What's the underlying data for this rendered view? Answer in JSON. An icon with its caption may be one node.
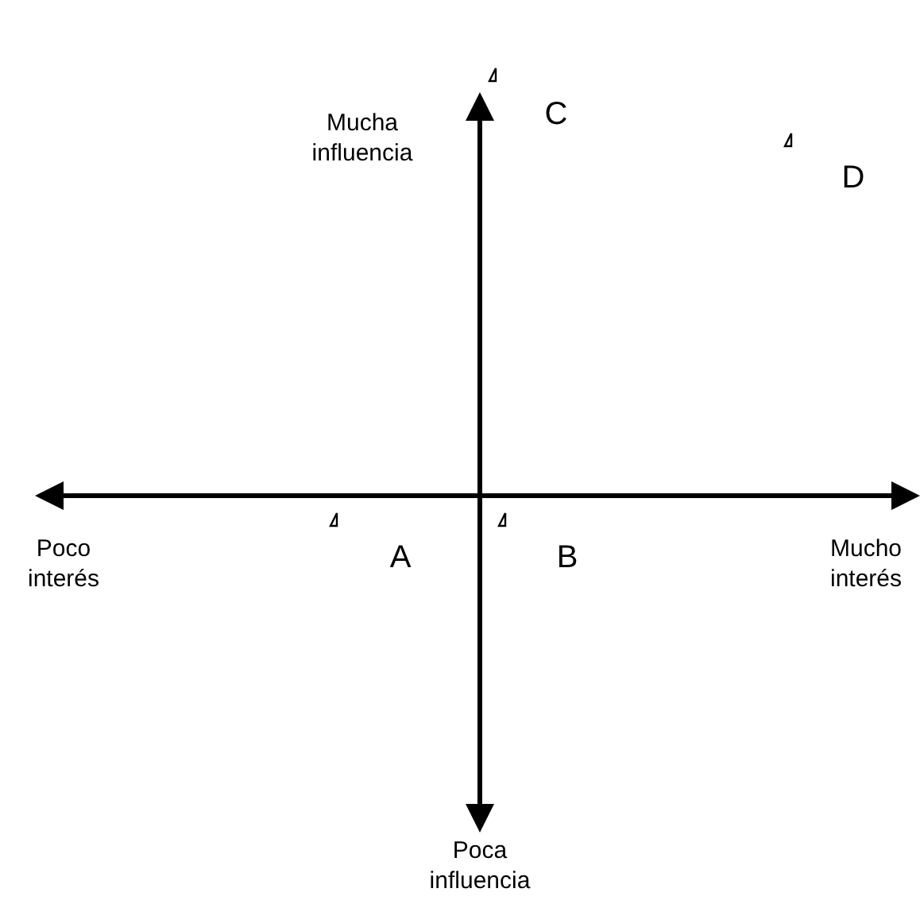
{
  "diagram": {
    "labels": [
      "Mucha influencia",
      "C",
      "D",
      "Poco interés",
      "A",
      "B",
      "Mucho interés",
      "Poca influencia"
    ]
  }
}
